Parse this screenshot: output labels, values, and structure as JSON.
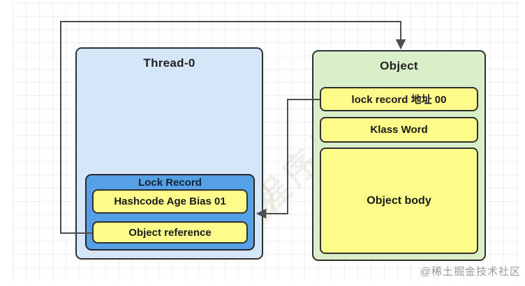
{
  "diagram": {
    "thread_box": {
      "title": "Thread-0"
    },
    "lock_record": {
      "title": "Lock Record",
      "rows": [
        "Hashcode Age Bias 01",
        "Object reference"
      ]
    },
    "object_box": {
      "title": "Object",
      "rows": [
        "lock record 地址 00",
        "Klass Word",
        "Object body"
      ]
    },
    "arrows": [
      {
        "from": "Object reference",
        "to": "Object",
        "style": "orthogonal"
      },
      {
        "from": "lock record 地址 00",
        "to": "Lock Record",
        "style": "orthogonal"
      }
    ],
    "colors": {
      "thread_fill": "#d4e6f8",
      "object_fill": "#d9efca",
      "lock_record_fill": "#55a0e6",
      "cell_fill": "#fdfc8b",
      "shape_border": "#2f2f2f",
      "arrow": "#4d4d4d"
    }
  },
  "watermark": {
    "diagonal_text": "程序员",
    "corner_text": "@稀土掘金技术社区"
  }
}
